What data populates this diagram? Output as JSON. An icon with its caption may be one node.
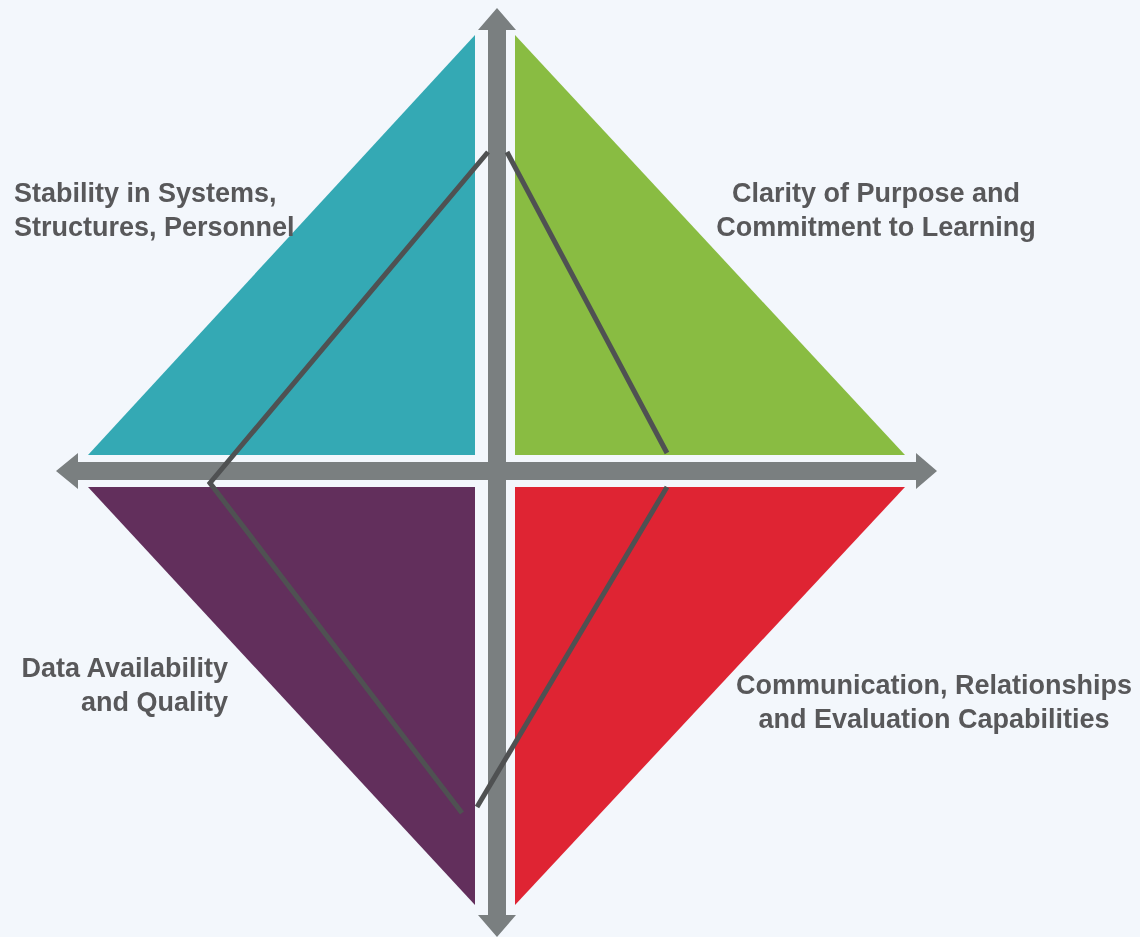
{
  "diagram": {
    "labels": [
      "Stability in Systems, Structures, Personnel",
      "Clarity of Purpose and Commitment to Learning",
      "Data Availability and Quality",
      "Communication, Relationships and Evaluation Capabilities"
    ]
  }
}
